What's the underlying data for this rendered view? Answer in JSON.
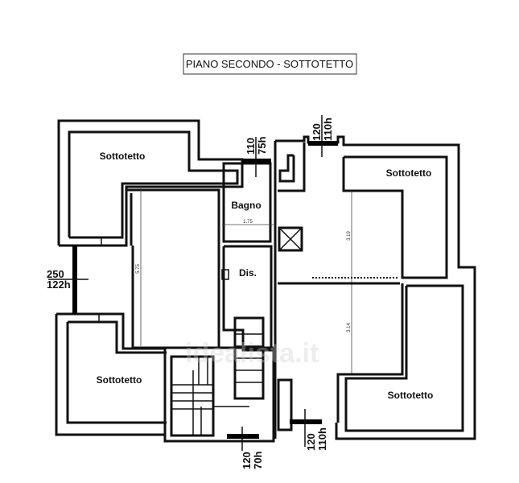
{
  "title": "PIANO SECONDO - SOTTOTETTO",
  "rooms": {
    "sottotetto_top_left": "Sottotetto",
    "sottotetto_top_right": "Sottotetto",
    "sottotetto_bottom_left": "Sottotetto",
    "sottotetto_bottom_right": "Sottotetto",
    "bagno": "Bagno",
    "dis": "Dis."
  },
  "measures": {
    "left_room": "5.75",
    "bagno": "1.75",
    "right_upper": "3.19",
    "right_lower": "3.14"
  },
  "openings": {
    "bagno_window": {
      "w": "110",
      "h": "75h"
    },
    "top_window": {
      "w": "120",
      "h": "110h"
    },
    "left_window": {
      "w": "250",
      "h": "122h"
    },
    "stair_window": {
      "w": "120",
      "h": "70h"
    },
    "bottom_window": {
      "w": "120",
      "h": "110h"
    }
  },
  "watermark": "idealista.it"
}
